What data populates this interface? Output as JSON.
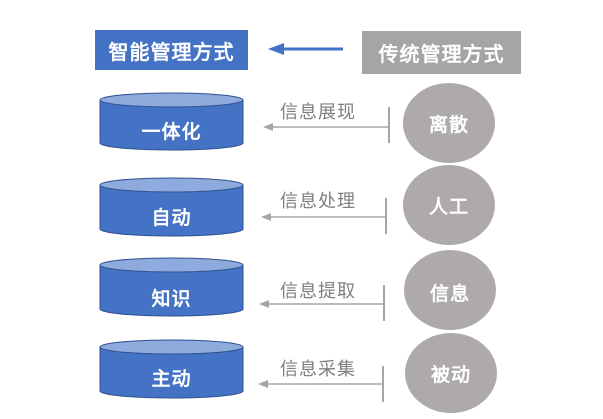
{
  "header": {
    "smart_title": "智能管理方式",
    "traditional_title": "传统管理方式"
  },
  "colors": {
    "smart_blue": "#4472c4",
    "cylinder_top": "#8faadc",
    "traditional_gray": "#a5a5a5",
    "circle_gray": "#aeaaaa",
    "arrow_gray": "#a6a6a6",
    "label_gray": "#7f7f7f"
  },
  "rows": [
    {
      "smart": "一体化",
      "flow": "信息展现",
      "traditional": "离散"
    },
    {
      "smart": "自动",
      "flow": "信息处理",
      "traditional": "人工"
    },
    {
      "smart": "知识",
      "flow": "信息提取",
      "traditional": "信息"
    },
    {
      "smart": "主动",
      "flow": "信息采集",
      "traditional": "被动"
    }
  ]
}
